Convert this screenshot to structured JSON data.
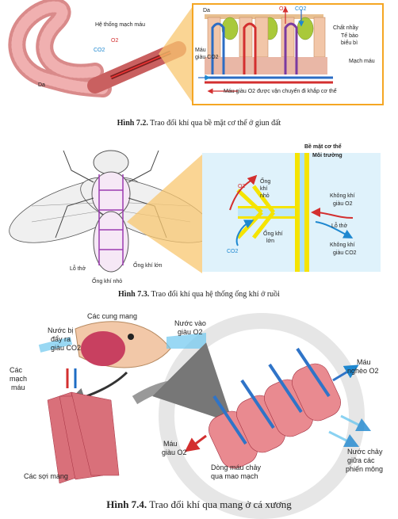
{
  "fig1": {
    "caption_num": "Hình 7.2.",
    "caption_text": "Trao đổi khí qua bề mặt cơ thể ở giun đất",
    "labels": {
      "vascular": "Hệ thống mạch máu",
      "o2_left": "O2",
      "co2_left": "CO2",
      "skin_left": "Da",
      "skin_right": "Da",
      "o2_right": "O2",
      "co2_right": "CO2",
      "mucus": "Chất nhầy",
      "epithelial_1": "Tế bào",
      "epithelial_2": "biểu bì",
      "blood_co2_1": "Máu",
      "blood_co2_2": "giàu CO2",
      "vessel": "Mạch máu",
      "blood_o2": "Máu giàu O2 được vận chuyển đi khắp cơ thể"
    }
  },
  "fig2": {
    "caption_num": "Hình 7.3.",
    "caption_text": "Trao đổi khí qua hệ thống ống khí ở ruồi",
    "labels": {
      "surface": "Bề mặt cơ thể",
      "environment": "Môi trường",
      "o2": "O2",
      "small_tube_1": "Ống",
      "small_tube_2": "khí",
      "small_tube_3": "nhỏ",
      "air_o2_1": "Không khí",
      "air_o2_2": "giàu O2",
      "spiracle_r": "Lỗ thở",
      "big_tube_1": "Ống khí",
      "big_tube_2": "lớn",
      "co2": "CO2",
      "air_co2_1": "Không khí",
      "air_co2_2": "giàu CO2",
      "spiracle_l": "Lỗ thở",
      "big_tube_left": "Ống khí lớn",
      "small_tube_left": "Ống khí nhỏ"
    }
  },
  "fig3": {
    "caption_num": "Hình 7.4.",
    "caption_text": "Trao đổi khí qua mang ở cá xương",
    "labels": {
      "arches": "Các cung mang",
      "water_out_1": "Nước bị",
      "water_out_2": "đẩy ra",
      "water_out_3": "giàu CO2",
      "water_in_1": "Nước vào",
      "water_in_2": "giàu O2",
      "vessels_1": "Các",
      "vessels_2": "mạch",
      "vessels_3": "máu",
      "blood_poor_1": "Máu",
      "blood_poor_2": "nghèo O2",
      "blood_rich_1": "Máu",
      "blood_rich_2": "giàu O2",
      "capillary_1": "Dòng máu chảy",
      "capillary_2": "qua mao mạch",
      "water_between_1": "Nước chảy",
      "water_between_2": "giữa các",
      "water_between_3": "phiến mông",
      "filaments": "Các sợi mang"
    }
  }
}
